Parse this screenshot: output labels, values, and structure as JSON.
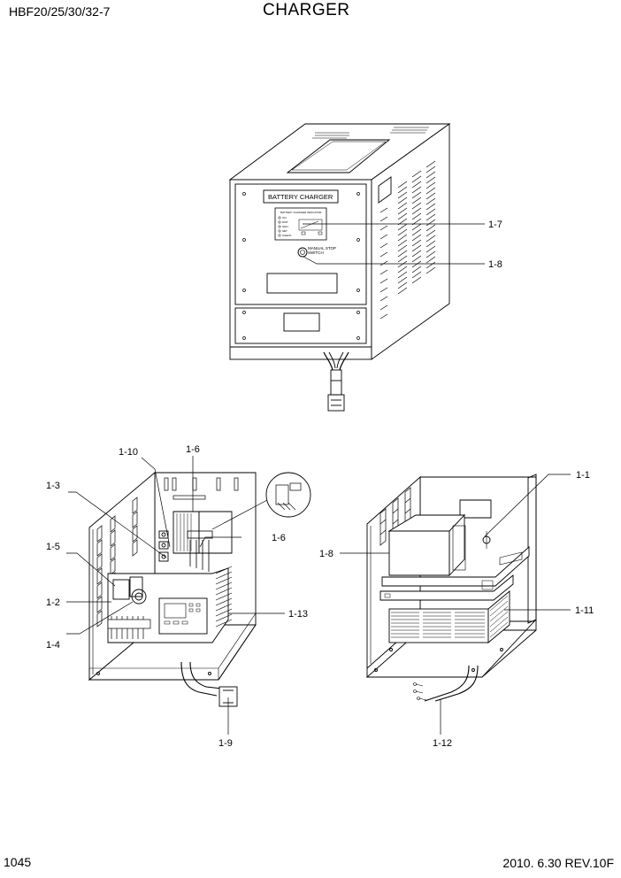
{
  "header": {
    "model": "HBF20/25/30/32-7",
    "title": "CHARGER"
  },
  "footer": {
    "page_number": "1045",
    "revision": "2010. 6.30  REV.10F"
  },
  "panel": {
    "nameplate": "BATTERY CHARGER",
    "indicator_title": "BATTERY CHARGER INDICATOR",
    "indicator_labels": [
      "ON",
      "DIST",
      "GEN",
      "SET",
      "CHECK"
    ],
    "manual_stop": "MANUAL STOP",
    "switch": "SWITCH"
  },
  "callouts": {
    "c1_7": "1-7",
    "c1_8_top": "1-8",
    "c1_10": "1-10",
    "c1_6_top": "1-6",
    "c1_3": "1-3",
    "c1_6_mid": "1-6",
    "c1_5": "1-5",
    "c1_2": "1-2",
    "c1_4": "1-4",
    "c1_13": "1-13",
    "c1_9": "1-9",
    "c1_1": "1-1",
    "c1_8_right": "1-8",
    "c1_11": "1-11",
    "c1_12": "1-12"
  }
}
